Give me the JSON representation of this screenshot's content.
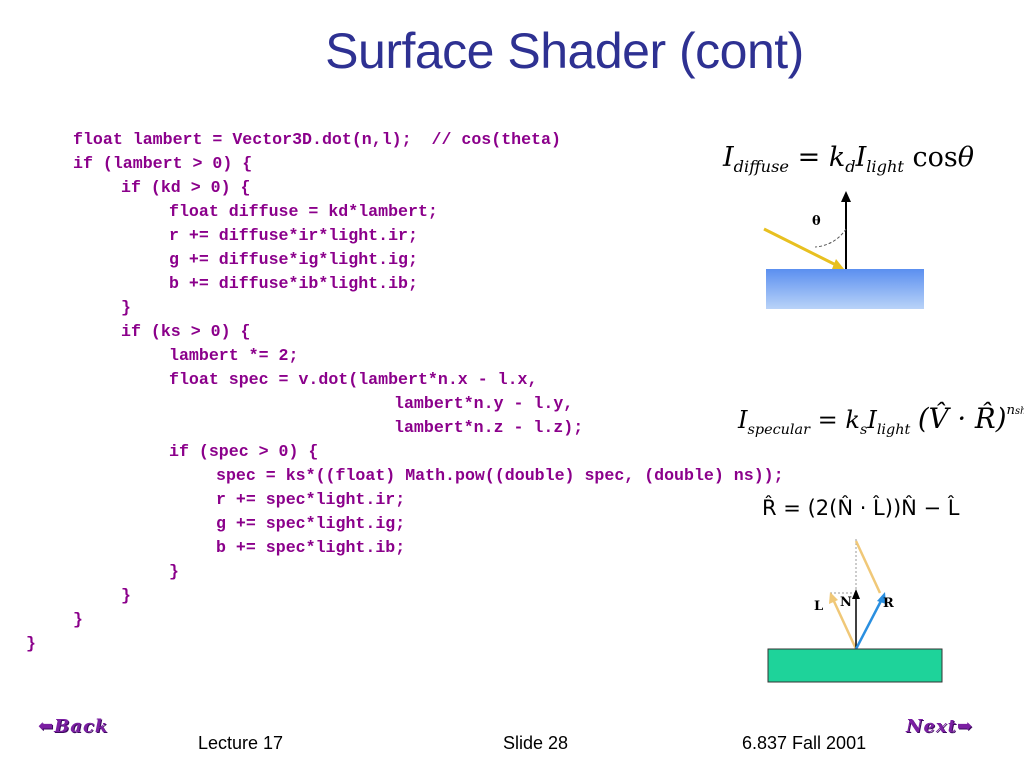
{
  "slide": {
    "title": "Surface Shader (cont)"
  },
  "code_lines": [
    "float lambert = Vector3D.dot(n,l);  // cos(theta)",
    "if (lambert > 0) {",
    "if (kd > 0) {",
    "float diffuse = kd*lambert;",
    "r += diffuse*ir*light.ir;",
    "g += diffuse*ig*light.ig;",
    "b += diffuse*ib*light.ib;",
    "}",
    "if (ks > 0) {",
    "lambert *= 2;",
    "float spec = v.dot(lambert*n.x - l.x,",
    "lambert*n.y - l.y,",
    "lambert*n.z - l.z);",
    "if (spec > 0) {",
    "spec = ks*((float) Math.pow((double) spec, (double) ns));",
    "r += spec*light.ir;",
    "g += spec*light.ig;",
    "b += spec*light.ib;",
    "}",
    "}",
    "}",
    "}"
  ],
  "formulas": {
    "diffuse": {
      "I": "I",
      "I_sub": "diffuse",
      "eq": "=",
      "k": "k",
      "k_sub": "d",
      "I2": "I",
      "I2_sub": "light",
      "cos": "cos",
      "theta": "θ"
    },
    "specular": {
      "I": "I",
      "I_sub": "specular",
      "eq": "=",
      "k": "k",
      "k_sub": "s",
      "I2": "I",
      "I2_sub": "light",
      "body": "(V̂ · R̂)",
      "exp": "n",
      "exp_sub": "shiny"
    },
    "reflection": {
      "R": "R̂",
      "eq": "=",
      "body": "(2(N̂ · L̂))N̂ − L̂"
    }
  },
  "figures": {
    "diffuse_angle_label": "θ",
    "label_L": "L",
    "label_N": "N",
    "label_R": "R",
    "colors": {
      "surface_top": "#5b8ff0",
      "surface_bottom": "#aecbf7",
      "light_ray": "#e8c020",
      "reflect_ray": "#2a8fe0",
      "green_surface": "#1ed39a"
    }
  },
  "navigation": {
    "back": "Back",
    "next": "Next"
  },
  "footer": {
    "lecture": "Lecture 17",
    "slide": "Slide 28",
    "course": "6.837 Fall 2001"
  }
}
